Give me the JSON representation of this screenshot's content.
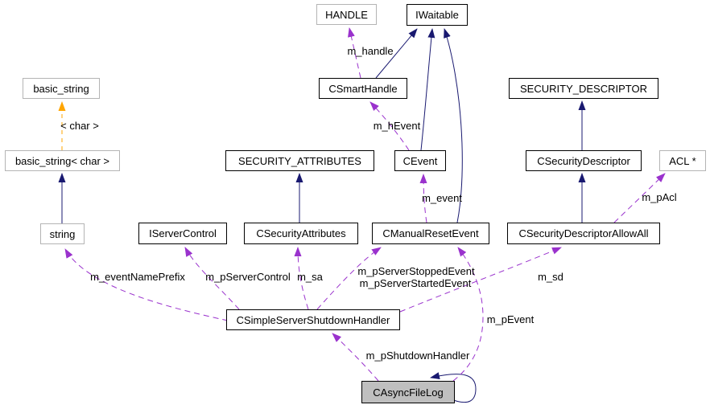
{
  "diagram": {
    "title": "CAsyncFileLog collaboration diagram",
    "focus_node": "CAsyncFileLog",
    "colors": {
      "inheritance_edge": "#191970",
      "usage_edge": "#9a32cd",
      "template_edge": "#ffa500",
      "node_border": "#000000",
      "undocumented_node_border": "#b4b4b4",
      "focus_node_fill": "#bfbfbf",
      "background": "#ffffff",
      "text": "#000000"
    },
    "nodes": {
      "handle": {
        "label": "HANDLE"
      },
      "iwaitable": {
        "label": "IWaitable"
      },
      "basic_string": {
        "label": "basic_string"
      },
      "csmarthandle": {
        "label": "CSmartHandle"
      },
      "security_descriptor": {
        "label": "SECURITY_DESCRIPTOR"
      },
      "basic_string_char": {
        "label": "basic_string< char >"
      },
      "security_attributes": {
        "label": "SECURITY_ATTRIBUTES"
      },
      "cevent": {
        "label": "CEvent"
      },
      "csecuritydescriptor": {
        "label": "CSecurityDescriptor"
      },
      "acl_ptr": {
        "label": "ACL *"
      },
      "string": {
        "label": "string"
      },
      "iservercontrol": {
        "label": "IServerControl"
      },
      "csecurityattributes": {
        "label": "CSecurityAttributes"
      },
      "cmanualresetevent": {
        "label": "CManualResetEvent"
      },
      "csecuritydescriptorallowall": {
        "label": "CSecurityDescriptorAllowAll"
      },
      "csimpleservershutdownhandler": {
        "label": "CSimpleServerShutdownHandler"
      },
      "casyncfilelog": {
        "label": "CAsyncFileLog"
      }
    },
    "edge_labels": {
      "m_handle": "m_handle",
      "m_hEvent": "m_hEvent",
      "m_event": "m_event",
      "m_pAcl": "m_pAcl",
      "template_char": "< char >",
      "m_eventNamePrefix": "m_eventNamePrefix",
      "m_pServerControl": "m_pServerControl",
      "m_sa": "m_sa",
      "m_pServerStoppedEvent": "m_pServerStoppedEvent",
      "m_pServerStartedEvent": "m_pServerStartedEvent",
      "m_sd": "m_sd",
      "m_pEvent": "m_pEvent",
      "m_pShutdownHandler": "m_pShutdownHandler"
    }
  }
}
